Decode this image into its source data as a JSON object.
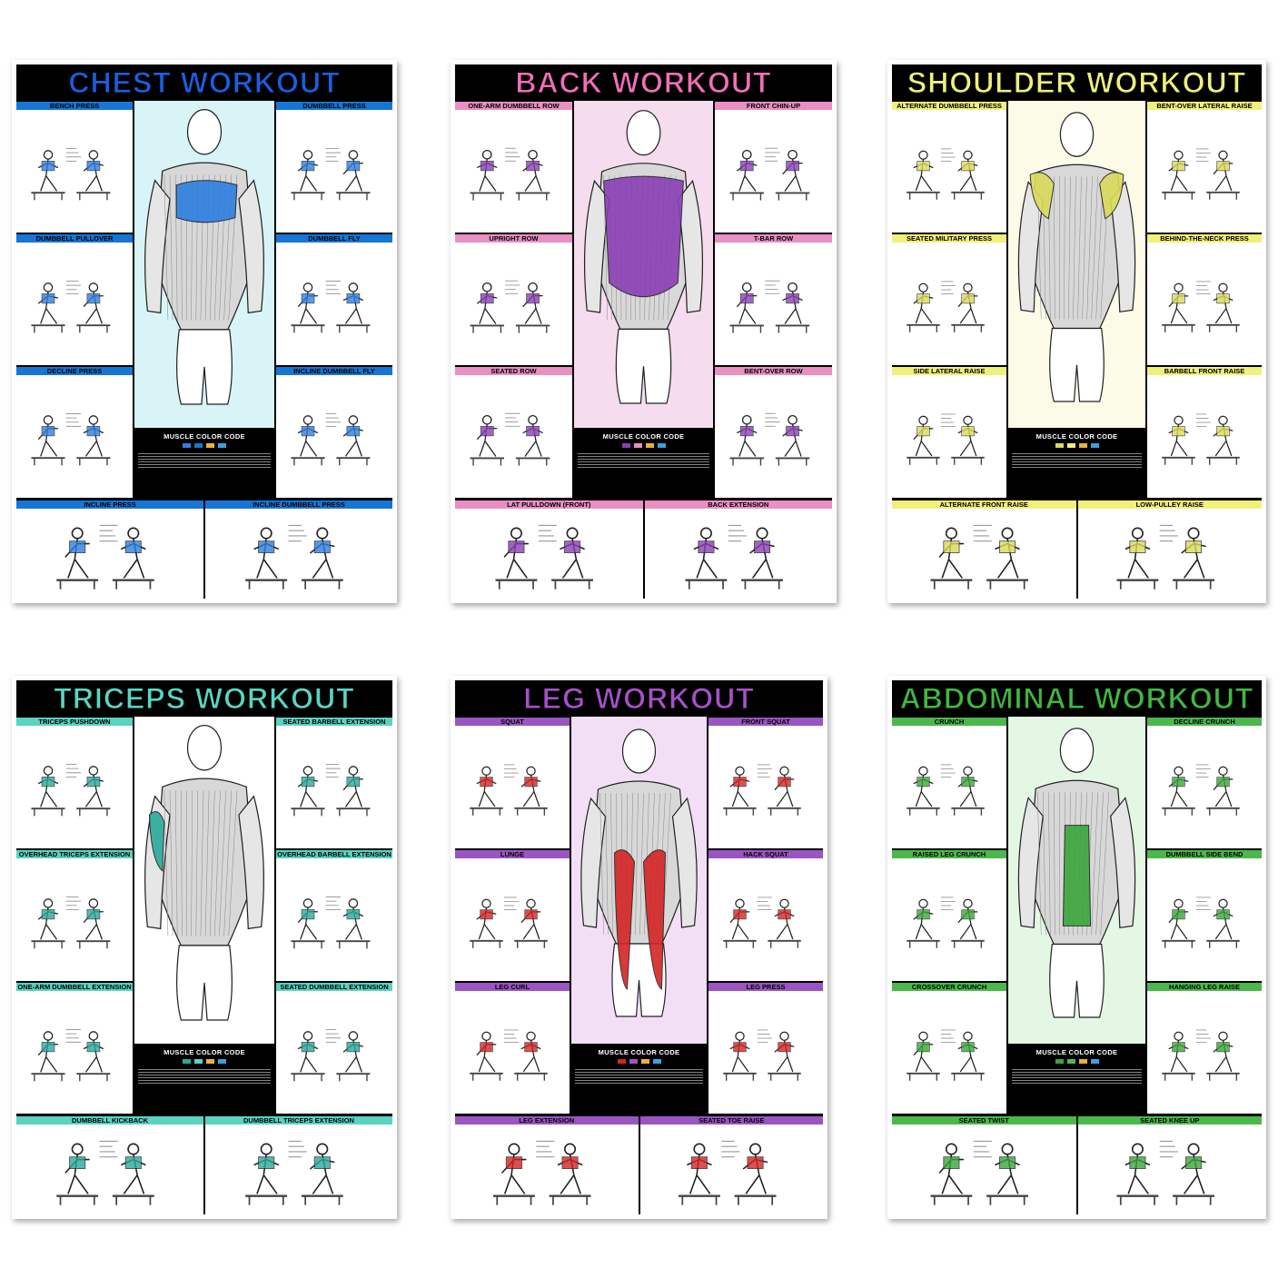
{
  "posters": [
    {
      "title": "CHEST WORKOUT",
      "title_color": "#1a5fe0",
      "section_color": "#1576d6",
      "bg_tint": "#d8f4f6",
      "muscle_color": "#2e7fe0",
      "left_sections": [
        "BENCH PRESS",
        "DUMBBELL PULLOVER",
        "DECLINE PRESS"
      ],
      "right_sections": [
        "DUMBBELL PRESS",
        "DUMBBELL FLY",
        "INCLINE DUMBBELL FLY"
      ],
      "bottom_sections": [
        "INCLINE PRESS",
        "INCLINE DUMBBELL PRESS"
      ],
      "legend_title": "MUSCLE COLOR CODE"
    },
    {
      "title": "BACK WORKOUT",
      "title_color": "#f06fb8",
      "section_color": "#e98fc4",
      "bg_tint": "#f6dcef",
      "muscle_color": "#8a3fb5",
      "left_sections": [
        "ONE-ARM DUMBBELL ROW",
        "UPRIGHT ROW",
        "SEATED ROW"
      ],
      "right_sections": [
        "FRONT CHIN-UP",
        "T-BAR ROW",
        "BENT-OVER ROW"
      ],
      "bottom_sections": [
        "LAT PULLDOWN (FRONT)",
        "BACK EXTENSION"
      ],
      "legend_title": "MUSCLE COLOR CODE"
    },
    {
      "title": "SHOULDER WORKOUT",
      "title_color": "#eef07a",
      "section_color": "#f1f07a",
      "bg_tint": "#fbfbe8",
      "muscle_color": "#dada5a",
      "left_sections": [
        "ALTERNATE DUMBBELL PRESS",
        "SEATED MILITARY PRESS",
        "SIDE LATERAL RAISE"
      ],
      "right_sections": [
        "BENT-OVER LATERAL RAISE",
        "BEHIND-THE-NECK PRESS",
        "BARBELL FRONT RAISE"
      ],
      "bottom_sections": [
        "ALTERNATE FRONT RAISE",
        "LOW-PULLEY RAISE"
      ],
      "legend_title": "MUSCLE COLOR CODE"
    },
    {
      "title": "TRICEPS WORKOUT",
      "title_color": "#58d6c3",
      "section_color": "#5ad3c0",
      "bg_tint": "#ffffff",
      "muscle_color": "#2aa89a",
      "left_sections": [
        "TRICEPS PUSHDOWN",
        "OVERHEAD TRICEPS EXTENSION",
        "ONE-ARM DUMBBELL EXTENSION"
      ],
      "right_sections": [
        "SEATED BARBELL EXTENSION",
        "OVERHEAD BARBELL EXTENSION",
        "SEATED DUMBBELL EXTENSION"
      ],
      "bottom_sections": [
        "DUMBBELL KICKBACK",
        "DUMBBELL TRICEPS EXTENSION"
      ],
      "legend_title": "MUSCLE COLOR CODE"
    },
    {
      "title": "LEG WORKOUT",
      "title_color": "#a650c8",
      "section_color": "#9a55c2",
      "bg_tint": "#f2dff5",
      "muscle_color": "#d42424",
      "left_sections": [
        "SQUAT",
        "LUNGE",
        "LEG CURL"
      ],
      "right_sections": [
        "FRONT SQUAT",
        "HACK SQUAT",
        "LEG PRESS"
      ],
      "bottom_sections": [
        "LEG EXTENSION",
        "SEATED TOE RAISE"
      ],
      "legend_title": "MUSCLE COLOR CODE"
    },
    {
      "title": "ABDOMINAL WORKOUT",
      "title_color": "#3fb83f",
      "section_color": "#4cb84c",
      "bg_tint": "#e4f6e4",
      "muscle_color": "#3aa63a",
      "left_sections": [
        "CRUNCH",
        "RAISED LEG CRUNCH",
        "CROSSOVER CRUNCH"
      ],
      "right_sections": [
        "DECLINE CRUNCH",
        "DUMBBELL SIDE BEND",
        "HANGING LEG RAISE"
      ],
      "bottom_sections": [
        "SEATED TWIST",
        "SEATED KNEE UP"
      ],
      "legend_title": "MUSCLE COLOR CODE"
    }
  ]
}
